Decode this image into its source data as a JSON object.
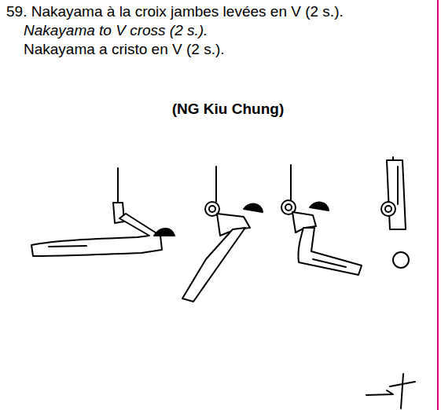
{
  "diagram": {
    "labels": [
      "59. Nakayama à la croix jambes levées en V (2 s.).",
      "Nakayama to V cross (2 s.).",
      "Nakayama a cristo en V (2 s.).",
      "(NG Kiu Chung)"
    ]
  }
}
